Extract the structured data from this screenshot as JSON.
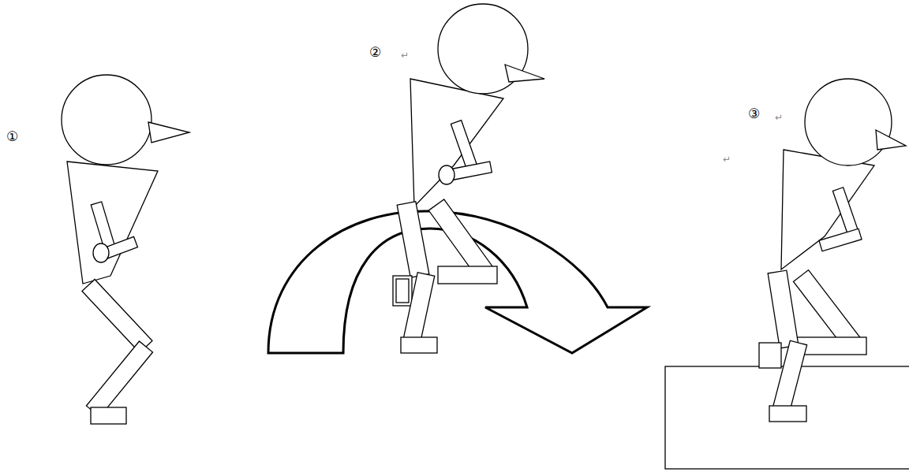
{
  "diagram": {
    "labels": [
      "①",
      "②",
      "↵",
      "③",
      "↵",
      "↵"
    ]
  }
}
